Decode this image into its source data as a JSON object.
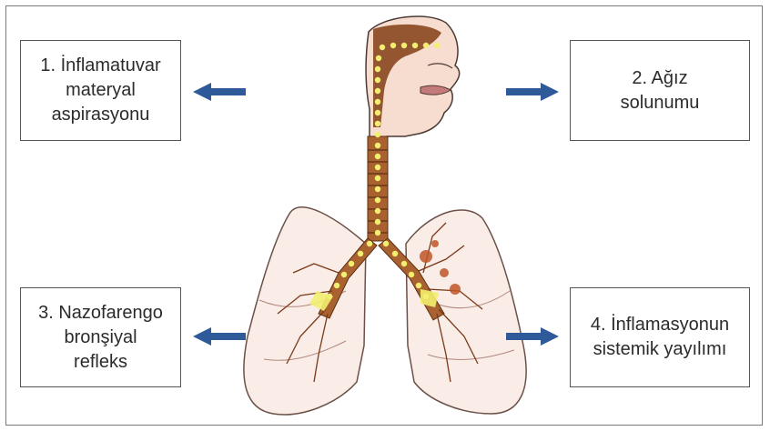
{
  "boxes": [
    {
      "lines": [
        "1. İnflamatuvar",
        "materyal",
        "aspirasyonu"
      ]
    },
    {
      "lines": [
        "2. Ağız",
        "solunumu"
      ]
    },
    {
      "lines": [
        "3. Nazofarengo",
        "bronşiyal",
        "refleks"
      ]
    },
    {
      "lines": [
        "4. İnflamasyonun",
        "sistemik yayılımı"
      ]
    }
  ],
  "colors": {
    "arrow": "#2f5a9a",
    "airway": "#8a4a22",
    "skin": "#f7ddd0",
    "lung_outline": "#6b5148",
    "highlight": "#f2ef70"
  },
  "icons": {
    "figure": "respiratory-system-illustration",
    "arrow": "arrow-icon"
  }
}
